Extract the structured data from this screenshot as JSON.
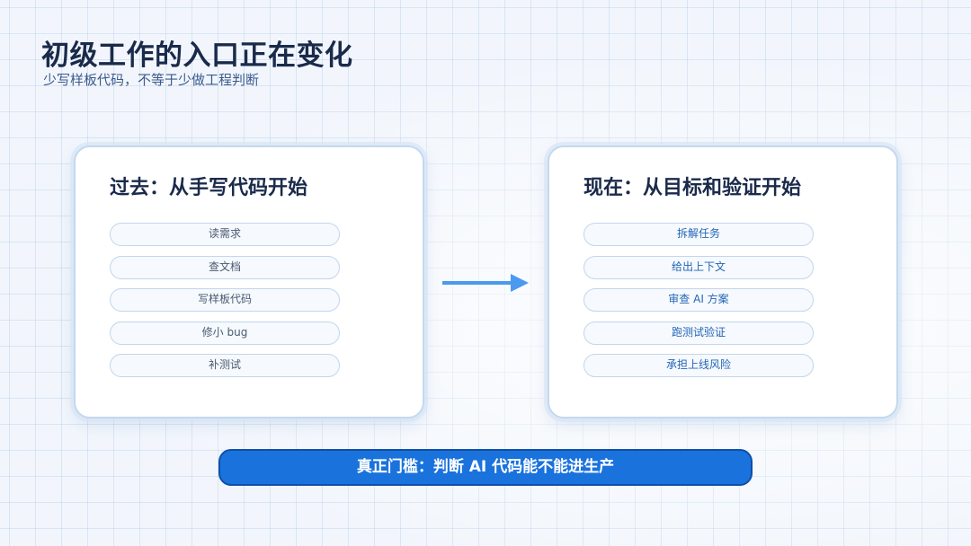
{
  "header": {
    "title": "初级工作的入口正在变化",
    "subtitle": "少写样板代码，不等于少做工程判断"
  },
  "past": {
    "heading": "过去：从手写代码开始",
    "items": [
      "读需求",
      "查文档",
      "写样板代码",
      "修小 bug",
      "补测试"
    ]
  },
  "now": {
    "heading": "现在：从目标和验证开始",
    "items": [
      "拆解任务",
      "给出上下文",
      "审查 AI 方案",
      "跑测试验证",
      "承担上线风险"
    ]
  },
  "arrow": {
    "icon": "arrow-right-icon"
  },
  "banner": {
    "text": "真正门槛：判断 AI 代码能不能进生产"
  },
  "colors": {
    "title": "#1a2a4a",
    "subtitle": "#3a5a8c",
    "accent": "#1a72dd",
    "arrow": "#4a9af0",
    "past_item_text": "#4a5a72",
    "now_item_text": "#2366b8"
  }
}
